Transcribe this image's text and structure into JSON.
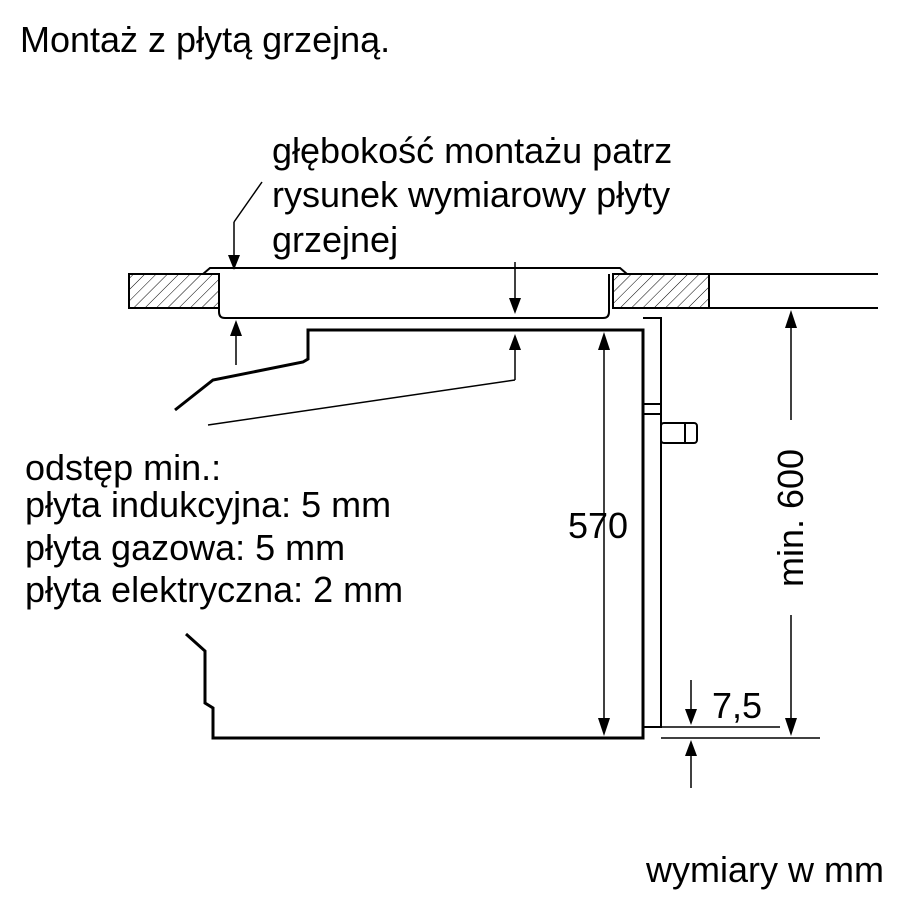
{
  "title": "Montaż z płytą grzejną.",
  "depth_note": [
    "głębokość montażu patrz",
    "rysunek wymiarowy płyty",
    "grzejnej"
  ],
  "gap_note": {
    "heading": "odstęp min.:",
    "lines": [
      "płyta indukcyjna: 5 mm",
      "płyta gazowa: 5 mm",
      "płyta elektryczna: 2 mm"
    ]
  },
  "dimensions": {
    "oven_height": "570",
    "bottom_offset": "7,5",
    "niche_height": "min. 600"
  },
  "units_note": "wymiary w mm"
}
